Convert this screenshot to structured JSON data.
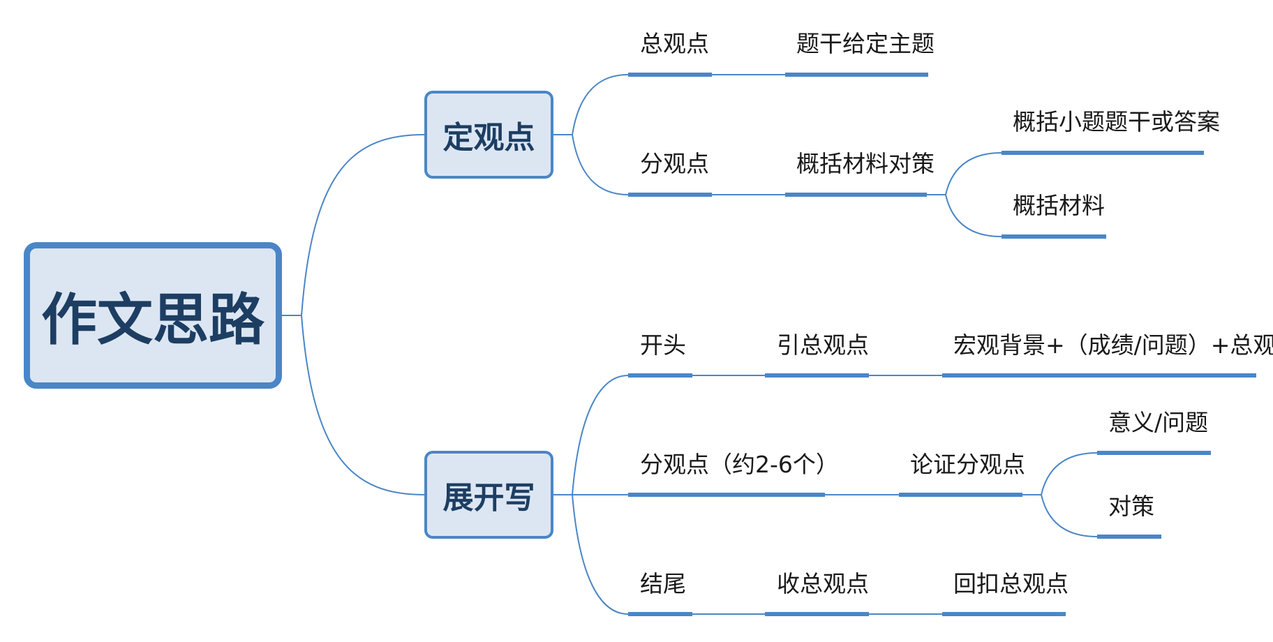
{
  "root": "作文思路",
  "branches": [
    {
      "label": "定观点",
      "children": [
        {
          "label": "总观点",
          "children": [
            {
              "label": "题干给定主题"
            }
          ]
        },
        {
          "label": "分观点",
          "children": [
            {
              "label": "概括材料对策",
              "children": [
                {
                  "label": "概括小题题干或答案"
                },
                {
                  "label": "概括材料"
                }
              ]
            }
          ]
        }
      ]
    },
    {
      "label": "展开写",
      "children": [
        {
          "label": "开头",
          "children": [
            {
              "label": "引总观点",
              "children": [
                {
                  "label": "宏观背景+（成绩/问题）+总观点"
                }
              ]
            }
          ]
        },
        {
          "label": "分观点（约2-6个）",
          "children": [
            {
              "label": "论证分观点",
              "children": [
                {
                  "label": "意义/问题"
                },
                {
                  "label": "对策"
                }
              ]
            }
          ]
        },
        {
          "label": "结尾",
          "children": [
            {
              "label": "收总观点",
              "children": [
                {
                  "label": "回扣总观点"
                }
              ]
            }
          ]
        }
      ]
    }
  ],
  "colors": {
    "line": "#4a86c7",
    "box_fill": "#dce6f3",
    "box_text": "#1d3e62",
    "leaf_text": "#1a1a1a"
  }
}
